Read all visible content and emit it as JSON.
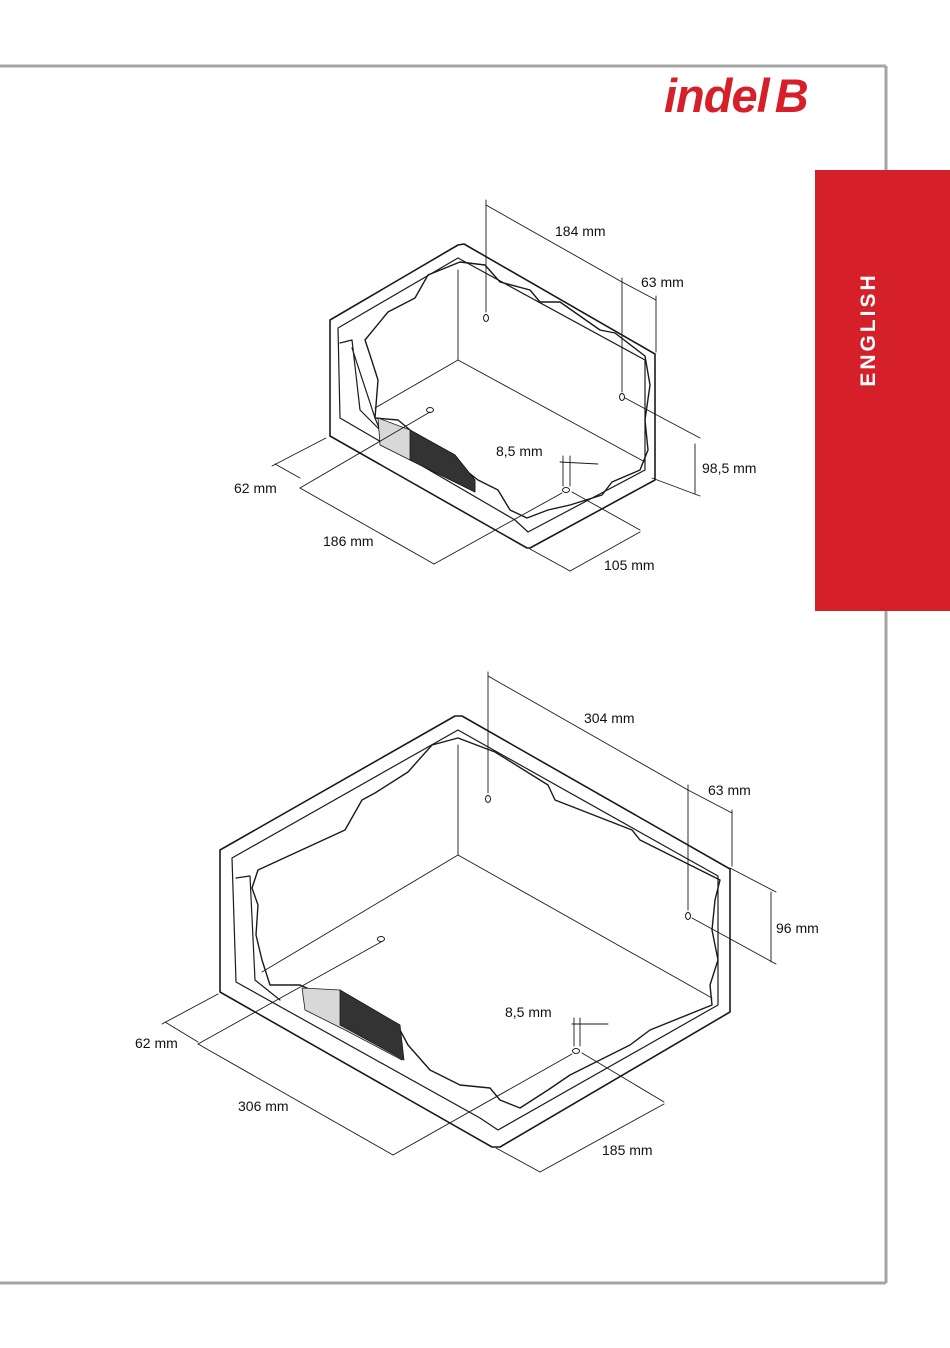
{
  "brand": {
    "logo_text": "indel",
    "logo_text_b": "B",
    "accent_color": "#d51f29"
  },
  "language_tab": {
    "label": "ENGLISH"
  },
  "diagrams": [
    {
      "id": "small-safe",
      "dimensions": {
        "width_back": "184 mm",
        "offset_back": "63 mm",
        "height": "98,5 mm",
        "hole": "8,5 mm",
        "offset_front": "62 mm",
        "width_front": "186 mm",
        "depth": "105 mm"
      }
    },
    {
      "id": "large-safe",
      "dimensions": {
        "width_back": "304 mm",
        "offset_back": "63 mm",
        "height": "96 mm",
        "hole": "8,5 mm",
        "offset_front": "62 mm",
        "width_front": "306 mm",
        "depth": "185 mm"
      }
    }
  ]
}
